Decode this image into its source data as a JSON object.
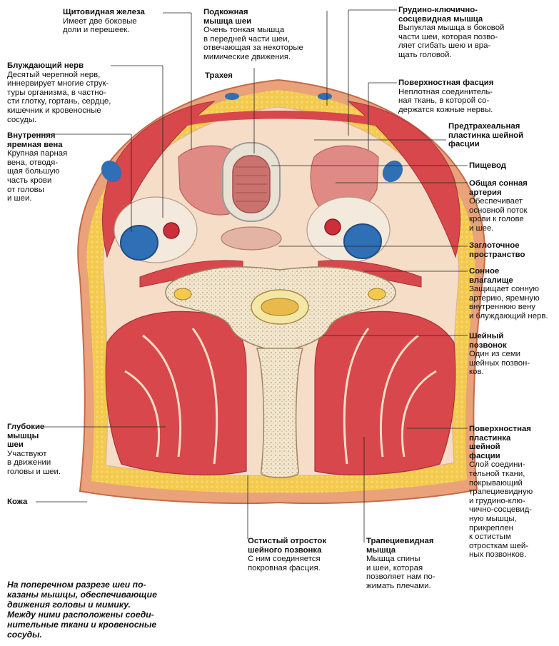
{
  "labels": {
    "thyroid": {
      "title": "Щитовидная железа",
      "desc": "Имеет две боковые\nдоли и перешеек."
    },
    "platysma": {
      "title": "Подкожная\nмышца шеи",
      "desc": "Очень тонкая мышца\nв передней части шеи,\nотвечающая за некоторые\nмимические движения."
    },
    "scm": {
      "title": "Грудино-ключично-\nсосцевидная мышца",
      "desc": "Выпуклая мышца в боковой\nчасти шеи, которая позво-\nляет сгибать шею и вра-\nщать головой."
    },
    "vagus": {
      "title": "Блуждающий нерв",
      "desc": "Десятый черепной нерв,\nиннервирует многие струк-\nтуры организма, в частно-\nсти глотку, гортань, сердце,\nкишечник и кровеносные\nсосуды."
    },
    "trachea": {
      "title": "Трахея",
      "desc": ""
    },
    "superficial_fascia": {
      "title": "Поверхностная фасция",
      "desc": "Неплотная соединитель-\nная ткань, в которой со-\nдержатся кожные нервы."
    },
    "pretracheal": {
      "title": "Предтрахеальная\nпластинка шейной\nфасции",
      "desc": ""
    },
    "jugular": {
      "title": "Внутренняя\nяремная вена",
      "desc": "Крупная парная\nвена, отводя-\nщая большую\nчасть крови\nот головы\nи шеи."
    },
    "esophagus": {
      "title": "Пищевод",
      "desc": ""
    },
    "carotid": {
      "title": "Общая сонная\nартерия",
      "desc": "Обеспечивает\nосновной поток\nкрови к голове\nи шее."
    },
    "retropharyngeal": {
      "title": "Заглоточное\nпространство",
      "desc": ""
    },
    "carotid_sheath": {
      "title": "Сонное\nвлагалище",
      "desc": "Защищает сонную\nартерию, яремную\nвнутреннюю вену\nи блуждающий нерв."
    },
    "vertebra": {
      "title": "Шейный\nпозвонок",
      "desc": "Один из семи\nшейных позвон-\nков."
    },
    "deep_muscles": {
      "title": "Глубокие\nмышцы\nшеи",
      "desc": "Участвуют\nв движении\nголовы и шеи."
    },
    "superficial_lamina": {
      "title": "Поверхностная\nпластинка\nшейной\nфасции",
      "desc": "Слой соедини-\nтельной ткани,\nпокрывающий\nтрапециевидную\nи грудино-клю-\nчично-сосцевид-\nную мышцы,\nприкреплен\nк остистым\nотросткам шей-\nных позвонков."
    },
    "skin": {
      "title": "Кожа",
      "desc": ""
    },
    "spinous": {
      "title": "Остистый отросток\nшейного позвонка",
      "desc": "С ним соединяется\nпокровная фасция."
    },
    "trapezius": {
      "title": "Трапециевидная\nмышца",
      "desc": "Мышца спины\nи шеи, которая\nпозволяет нам по-\nжимать плечами."
    }
  },
  "caption": "На поперечном разрезе шеи по-\nказаны мышцы, обеспечивающие\nдвижения головы и мимику.\nМежду ними расположены соеди-\nнительные ткани и кровеносные\nсосуды.",
  "colors": {
    "fat": "#f3c94e",
    "muscle": "#d8474b",
    "connective": "#f6ddc7",
    "vein": "#2f6fb5",
    "artery": "#cc2f3a",
    "bone": "#f2e6cf",
    "cord": "#e8b94b"
  }
}
